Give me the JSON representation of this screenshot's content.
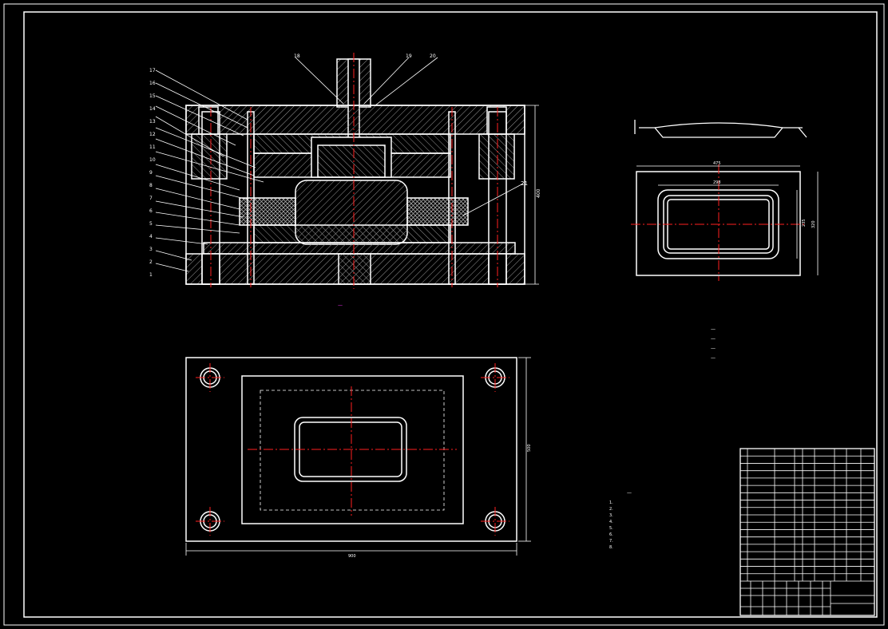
{
  "colors": {
    "background": "#000000",
    "line": "#ffffff",
    "centerline": "#ff2020",
    "dimension": "#ffffff",
    "note": "#ff33ff"
  },
  "section_view": {
    "part_numbers": [
      "17",
      "16",
      "15",
      "14",
      "13",
      "12",
      "11",
      "10",
      "9",
      "8",
      "7",
      "6",
      "5",
      "4",
      "3",
      "2",
      "1"
    ],
    "top_labels": [
      "18",
      "19",
      "20"
    ],
    "right_label": "21",
    "height_dim": "400",
    "scale_note": "",
    "note": "—"
  },
  "part_view": {
    "width_dim": "475",
    "inner_dim": "298",
    "height_dim": "235",
    "outer_dim": "320"
  },
  "plan_view": {
    "width_dim": "900",
    "height_dim": "500"
  },
  "tech_requirements": {
    "title": "—",
    "lines": [
      "1.",
      "2.",
      "3.",
      "4.",
      "5.",
      "6.",
      "7.",
      "8."
    ]
  },
  "material_notes": [
    "—",
    "—",
    "—",
    "—"
  ],
  "title_block": {
    "rows": 18
  },
  "icons": {
    "guide-pillar": "circle-cross",
    "centerline": "dash-dot"
  }
}
